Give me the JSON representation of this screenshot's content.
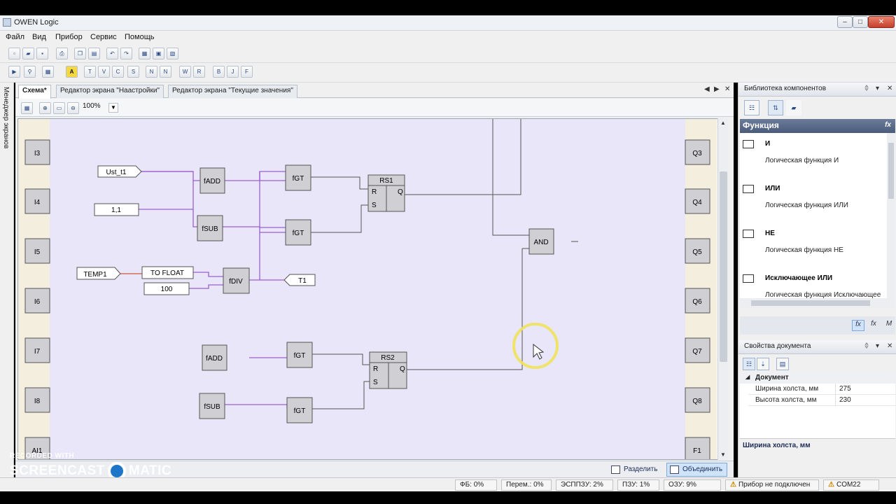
{
  "window": {
    "title": "OWEN Logic",
    "controls": {
      "minimize": "–",
      "maximize": "□",
      "close": "✕"
    }
  },
  "menu": [
    "Файл",
    "Вид",
    "Прибор",
    "Сервис",
    "Помощь"
  ],
  "toolbar2_letters": [
    "A",
    "T",
    "V",
    "C",
    "S",
    "N",
    "W",
    "R",
    "B",
    "J",
    "F"
  ],
  "left_strip": {
    "label": "Менеджер экранов"
  },
  "tabs": [
    {
      "label": "Схема*",
      "active": true
    },
    {
      "label": "Редактор экрана \"Наастройки\"",
      "active": false
    },
    {
      "label": "Редактор экрана \"Текущие значения\"",
      "active": false
    }
  ],
  "tab_nav": {
    "prev": "◀",
    "next": "▶",
    "close": "✕"
  },
  "zoom": {
    "value": "100%"
  },
  "canvas": {
    "left_io": [
      "I3",
      "I4",
      "I5",
      "I6",
      "I7",
      "I8",
      "AI1"
    ],
    "right_io": [
      "Q3",
      "Q4",
      "Q5",
      "Q6",
      "Q7",
      "Q8",
      "F1"
    ],
    "inputs": {
      "ust": "Ust_t1",
      "const_a": "1,1",
      "temp": "TEMP1",
      "const_b": "100",
      "out_t1": "T1"
    },
    "blocks": {
      "fadd1": "fADD",
      "fsub1": "fSUB",
      "tofloat": "TO FLOAT",
      "fdiv": "fDIV",
      "fgt1": "fGT",
      "fgt2": "fGT",
      "rs1": "RS1",
      "and": "AND",
      "fadd2": "fADD",
      "fsub2": "fSUB",
      "fgt3": "fGT",
      "fgt4": "fGT",
      "rs2": "RS2"
    },
    "rs_pins": {
      "r": "R",
      "s": "S",
      "q": "Q"
    }
  },
  "bottom_buttons": {
    "split": "Разделить",
    "merge": "Объединить"
  },
  "watermark": {
    "line1": "RECORDED WITH",
    "line2a": "SCREENCAST",
    "line2b": "MATIC"
  },
  "library": {
    "title": "Библиотека компонентов",
    "pin": "ᛰ",
    "close": "✕",
    "section": "Функция",
    "section_icon": "fx",
    "items": [
      {
        "name": "И",
        "desc": "Логическая функция И"
      },
      {
        "name": "ИЛИ",
        "desc": "Логическая функция ИЛИ"
      },
      {
        "name": "НЕ",
        "desc": "Логическая функция НЕ"
      },
      {
        "name": "Исключающее ИЛИ",
        "desc": "Логическая функция Исключающее"
      }
    ],
    "fx_tabs": [
      "fx",
      "fx",
      "M"
    ]
  },
  "properties": {
    "title": "Свойства документа",
    "category": "Документ",
    "rows": [
      {
        "key": "Ширина холста, мм",
        "value": "275"
      },
      {
        "key": "Высота холста, мм",
        "value": "230"
      }
    ],
    "description": "Ширина холста, мм"
  },
  "status": {
    "fb": "ФБ: 0%",
    "per": "Перем.: 0%",
    "esppzu": "ЭСППЗУ: 2%",
    "pzu": "ПЗУ: 1%",
    "ozu": "ОЗУ: 9%",
    "device": "Прибор не подключен",
    "port": "COM22"
  }
}
